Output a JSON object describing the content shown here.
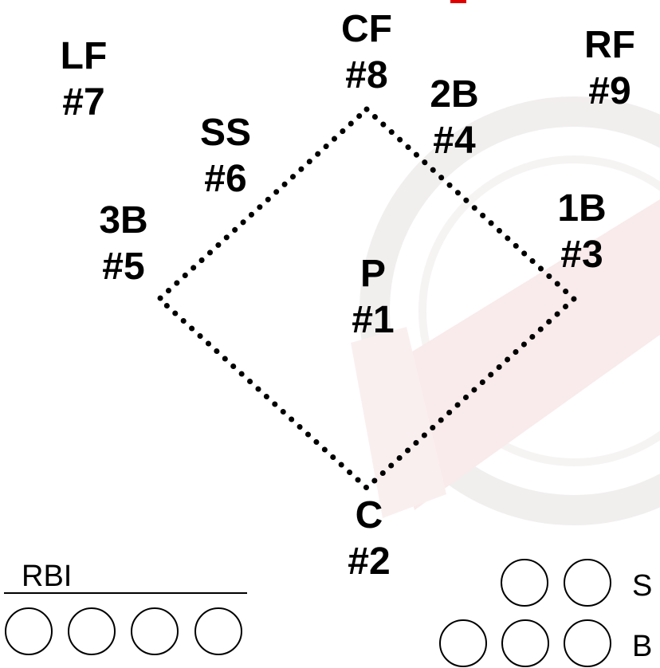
{
  "positions": {
    "lf": {
      "abbr": "LF",
      "number": "#7"
    },
    "cf": {
      "abbr": "CF",
      "number": "#8"
    },
    "rf": {
      "abbr": "RF",
      "number": "#9"
    },
    "ss": {
      "abbr": "SS",
      "number": "#6"
    },
    "second": {
      "abbr": "2B",
      "number": "#4"
    },
    "third": {
      "abbr": "3B",
      "number": "#5"
    },
    "first": {
      "abbr": "1B",
      "number": "#3"
    },
    "pitcher": {
      "abbr": "P",
      "number": "#1"
    },
    "catcher": {
      "abbr": "C",
      "number": "#2"
    }
  },
  "rbi": {
    "label": "RBI",
    "circle_count": 4
  },
  "count": {
    "strikes_label": "S",
    "balls_label": "B",
    "strike_circles": 2,
    "ball_circles": 3
  },
  "colors": {
    "accent": "#e00000",
    "watermark": "#f2dede",
    "ink": "#000000"
  }
}
